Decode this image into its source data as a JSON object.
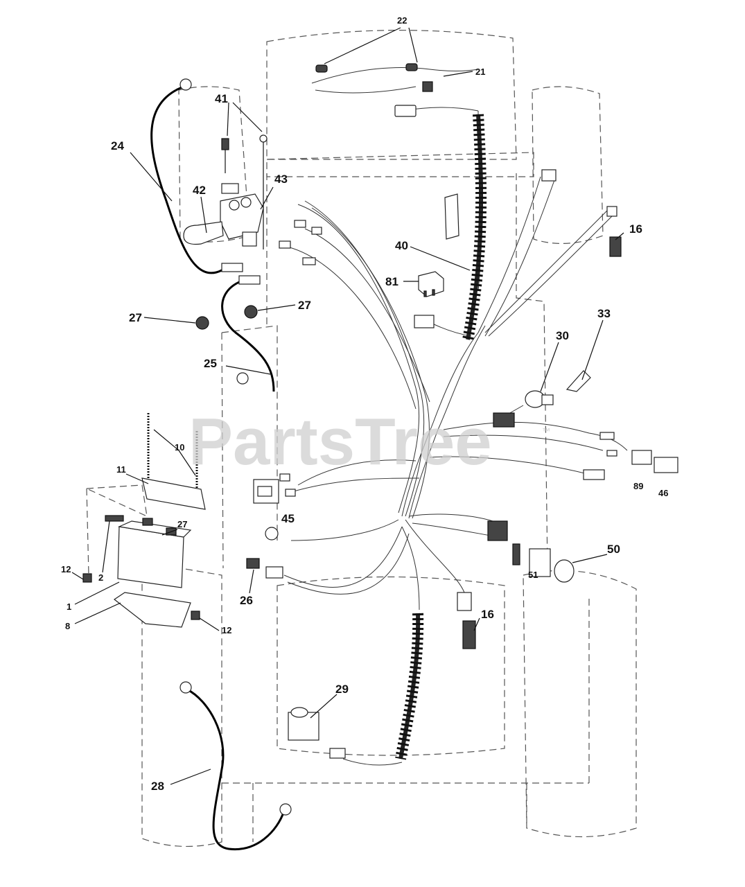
{
  "watermark": {
    "text": "PartsTree",
    "trademark": "™"
  },
  "callouts": [
    {
      "id": "c22",
      "label": "22"
    },
    {
      "id": "c21",
      "label": "21"
    },
    {
      "id": "c41",
      "label": "41"
    },
    {
      "id": "c24",
      "label": "24"
    },
    {
      "id": "c42",
      "label": "42"
    },
    {
      "id": "c43",
      "label": "43"
    },
    {
      "id": "c16a",
      "label": "16"
    },
    {
      "id": "c40",
      "label": "40"
    },
    {
      "id": "c81",
      "label": "81"
    },
    {
      "id": "c27a",
      "label": "27"
    },
    {
      "id": "c27b",
      "label": "27"
    },
    {
      "id": "c33",
      "label": "33"
    },
    {
      "id": "c30",
      "label": "30"
    },
    {
      "id": "c25",
      "label": "25"
    },
    {
      "id": "c10",
      "label": "10"
    },
    {
      "id": "c11",
      "label": "11"
    },
    {
      "id": "c89",
      "label": "89"
    },
    {
      "id": "c46",
      "label": "46"
    },
    {
      "id": "c45",
      "label": "45"
    },
    {
      "id": "c27c",
      "label": "27"
    },
    {
      "id": "c50",
      "label": "50"
    },
    {
      "id": "c12a",
      "label": "12"
    },
    {
      "id": "c2",
      "label": "2"
    },
    {
      "id": "c51",
      "label": "51"
    },
    {
      "id": "c26",
      "label": "26"
    },
    {
      "id": "c1",
      "label": "1"
    },
    {
      "id": "c16b",
      "label": "16"
    },
    {
      "id": "c8",
      "label": "8"
    },
    {
      "id": "c12b",
      "label": "12"
    },
    {
      "id": "c29",
      "label": "29"
    },
    {
      "id": "c28",
      "label": "28"
    }
  ]
}
